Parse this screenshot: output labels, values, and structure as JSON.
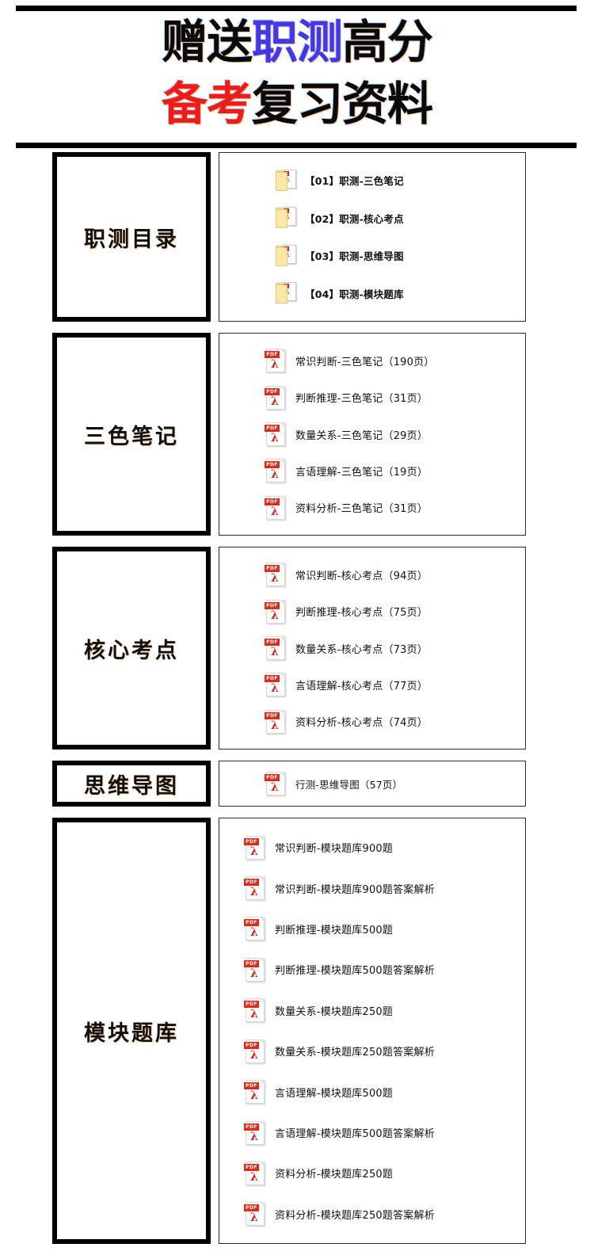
{
  "header": {
    "line1": [
      {
        "text": "赠送",
        "color": "#0a0a0a"
      },
      {
        "text": "职测",
        "color": "#4338e8"
      },
      {
        "text": "高分",
        "color": "#0a0a0a"
      }
    ],
    "line2": [
      {
        "text": "备考",
        "color": "#ed1c17"
      },
      {
        "text": "复习资料",
        "color": "#0a0a0a"
      }
    ],
    "line1_plain": "赠送职测高分",
    "line2_plain": "备考复习资料"
  },
  "colors": {
    "black": "#0a0a0a",
    "blue": "#4338e8",
    "red": "#ed1c17",
    "pdf_red": "#e02b1a",
    "folder_yellow": "#fbe7a8"
  },
  "sections": [
    {
      "category": "职测目录",
      "icon": "folder-pdf-icon",
      "files": [
        {
          "label": "【01】职测-三色笔记"
        },
        {
          "label": "【02】职测-核心考点"
        },
        {
          "label": "【03】职测-思维导图"
        },
        {
          "label": "【04】职测-模块题库"
        }
      ]
    },
    {
      "category": "三色笔记",
      "icon": "pdf-icon",
      "files": [
        {
          "label": "常识判断-三色笔记（190页）"
        },
        {
          "label": "判断推理-三色笔记（31页）"
        },
        {
          "label": "数量关系-三色笔记（29页）"
        },
        {
          "label": "言语理解-三色笔记（19页）"
        },
        {
          "label": "资料分析-三色笔记（31页）"
        }
      ]
    },
    {
      "category": "核心考点",
      "icon": "pdf-icon",
      "files": [
        {
          "label": "常识判断-核心考点（94页）"
        },
        {
          "label": "判断推理-核心考点（75页）"
        },
        {
          "label": "数量关系-核心考点（73页）"
        },
        {
          "label": "言语理解-核心考点（77页）"
        },
        {
          "label": "资料分析-核心考点（74页）"
        }
      ]
    },
    {
      "category": "思维导图",
      "icon": "pdf-icon",
      "files": [
        {
          "label": "行测-思维导图（57页）"
        }
      ]
    },
    {
      "category": "模块题库",
      "icon": "pdf-icon",
      "files": [
        {
          "label": "常识判断-模块题库900题"
        },
        {
          "label": "常识判断-模块题库900题答案解析"
        },
        {
          "label": "判断推理-模块题库500题"
        },
        {
          "label": "判断推理-模块题库500题答案解析"
        },
        {
          "label": "数量关系-模块题库250题"
        },
        {
          "label": "数量关系-模块题库250题答案解析"
        },
        {
          "label": "言语理解-模块题库500题"
        },
        {
          "label": "言语理解-模块题库500题答案解析"
        },
        {
          "label": "资料分析-模块题库250题"
        },
        {
          "label": "资料分析-模块题库250题答案解析"
        }
      ]
    }
  ],
  "icon_labels": {
    "pdf_band": "PDF",
    "pdf_swoosh": "λ",
    "folder_doc_swoosh": "λ"
  }
}
